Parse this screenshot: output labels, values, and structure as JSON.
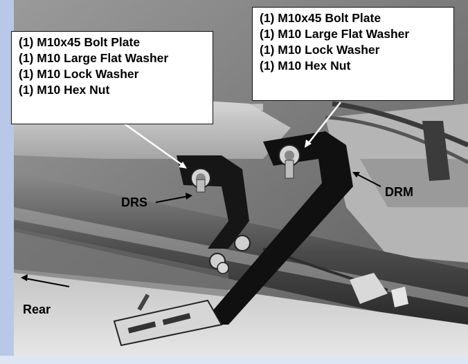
{
  "callouts": {
    "left": [
      "(1) M10x45 Bolt Plate",
      "(1) M10 Large Flat Washer",
      "(1) M10 Lock Washer",
      "(1) M10 Hex Nut"
    ],
    "right": [
      "(1) M10x45 Bolt Plate",
      "(1) M10 Large Flat Washer",
      "(1) M10 Lock Washer",
      "(1) M10 Hex Nut"
    ]
  },
  "labels": {
    "drs": "DRS",
    "drm": "DRM",
    "rear": "Rear"
  },
  "colors": {
    "frame_border": "#b9c8e8",
    "background": "#ffffff",
    "text": "#000000"
  }
}
